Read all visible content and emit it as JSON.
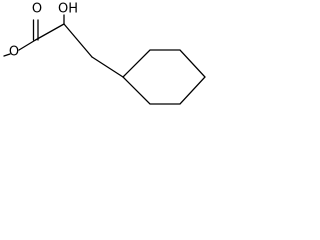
{
  "molecule": {
    "atoms": {
      "carbonyl_oxygen": "O",
      "ester_oxygen": "O",
      "hydroxyl": "OH"
    }
  }
}
